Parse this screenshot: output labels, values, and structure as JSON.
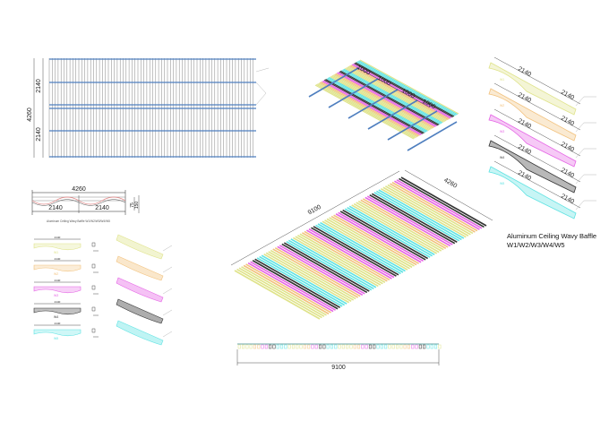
{
  "sheet": {
    "title_line1": "Aluminum Ceiling Wavy Baffle",
    "title_line2": "W1/W2/W3/W4/W5"
  },
  "plan_view": {
    "overall_dim": "4260",
    "half_dims": [
      "2140",
      "2140"
    ]
  },
  "elevation_profile": {
    "length_dim": "4260",
    "half_dims": [
      "2140",
      "2140"
    ],
    "height_dims": [
      "75",
      "150"
    ],
    "caption": "Aluminum Ceiling Wavy Baffle W1/W2/W3/W4/W5"
  },
  "small_isometric": {
    "spacing_dims": [
      "1000",
      "1000",
      "1000",
      "1000"
    ]
  },
  "big_isometric": {
    "length_dim": "9100",
    "width_dim": "4260"
  },
  "bottom_elevation": {
    "length_dim": "9100"
  },
  "baffles": [
    {
      "label": "W1",
      "color": "#dfe38a",
      "dim": "2140"
    },
    {
      "label": "W2",
      "color": "#f2c27e",
      "dim": "2140"
    },
    {
      "label": "W3",
      "color": "#e565e5",
      "dim": "2140"
    },
    {
      "label": "W4",
      "color": "#333333",
      "dim": "2140"
    },
    {
      "label": "W5",
      "color": "#5fe3e3",
      "dim": "2140"
    }
  ],
  "colors": {
    "rail": "#4f7fbf",
    "line": "#222222"
  }
}
